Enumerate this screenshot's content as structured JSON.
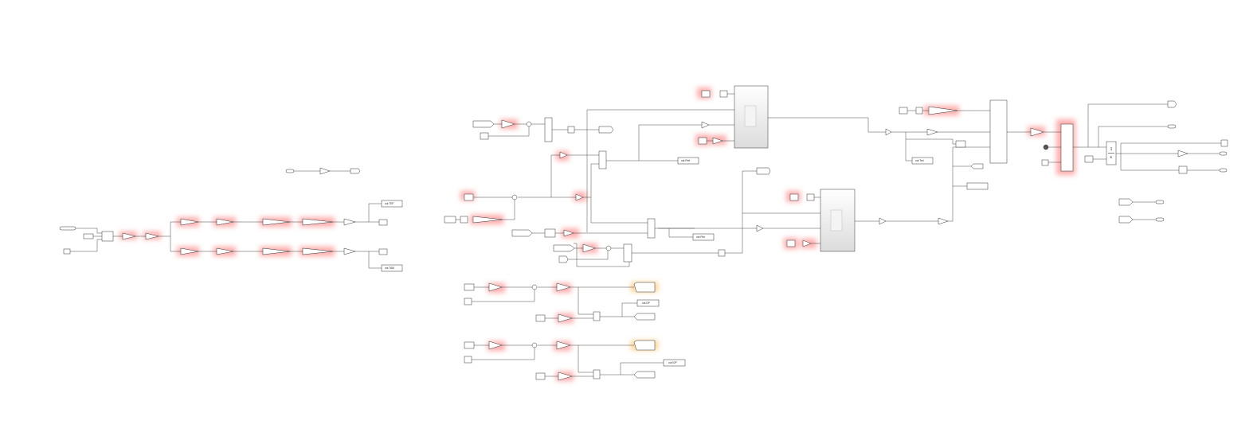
{
  "model": {
    "fraction_numerator": "1",
    "fraction_denominator": "s",
    "signals": {
      "out_TEF_label": "out TEF",
      "out_TAM_label": "out TAM",
      "out_Pref_label": "out Pref",
      "out_Pfcr_label": "out Pfcr",
      "out_Trel_label": "out Trel",
      "out_DP_label": "out DP",
      "out_IDP_label": "out IDP"
    }
  },
  "colors": {
    "highlight_red": "#ff6a6a",
    "highlight_orange": "#ffb347",
    "wire": "#333333",
    "block_fill": "#ffffff",
    "subsystem_fill": "#f2f2f2"
  }
}
